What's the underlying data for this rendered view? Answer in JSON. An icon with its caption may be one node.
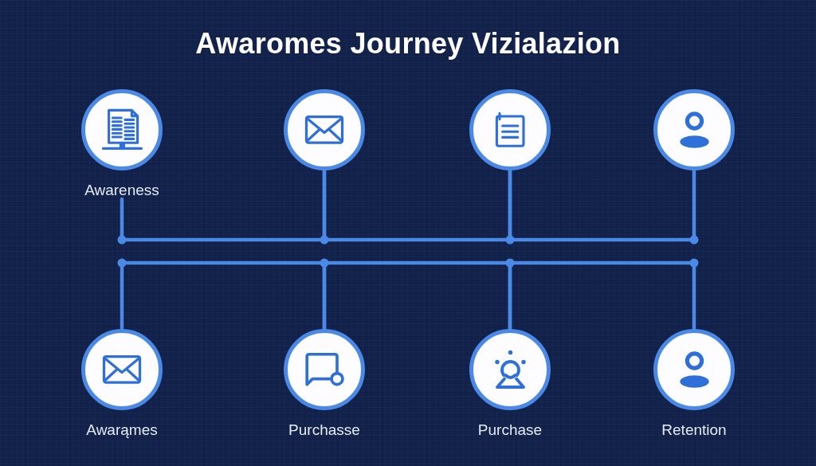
{
  "diagram": {
    "title": "Awaromes Journey Vizialazion",
    "nodes": [
      {
        "text": [
          "Awareness"
        ]
      },
      {
        "text": [],
        "shape": "circle"
      },
      {
        "text": [],
        "shape": "circle"
      },
      {
        "text": [],
        "shape": "circle"
      },
      {
        "text": [
          "Awarąmes"
        ]
      },
      {
        "text": [
          "Purchasse"
        ]
      },
      {
        "text": [
          "Purchase"
        ]
      },
      {
        "text": [
          "Retention"
        ]
      }
    ],
    "edges": [
      {
        "from": 0,
        "to": 1,
        "arrow": "none"
      },
      {
        "from": 1,
        "to": 2,
        "arrow": "none"
      },
      {
        "from": 2,
        "to": 3,
        "arrow": "none"
      },
      {
        "from": 4,
        "to": 5,
        "arrow": "none"
      },
      {
        "from": 5,
        "to": 6,
        "arrow": "none"
      },
      {
        "from": 6,
        "to": 7,
        "arrow": "none"
      }
    ]
  }
}
